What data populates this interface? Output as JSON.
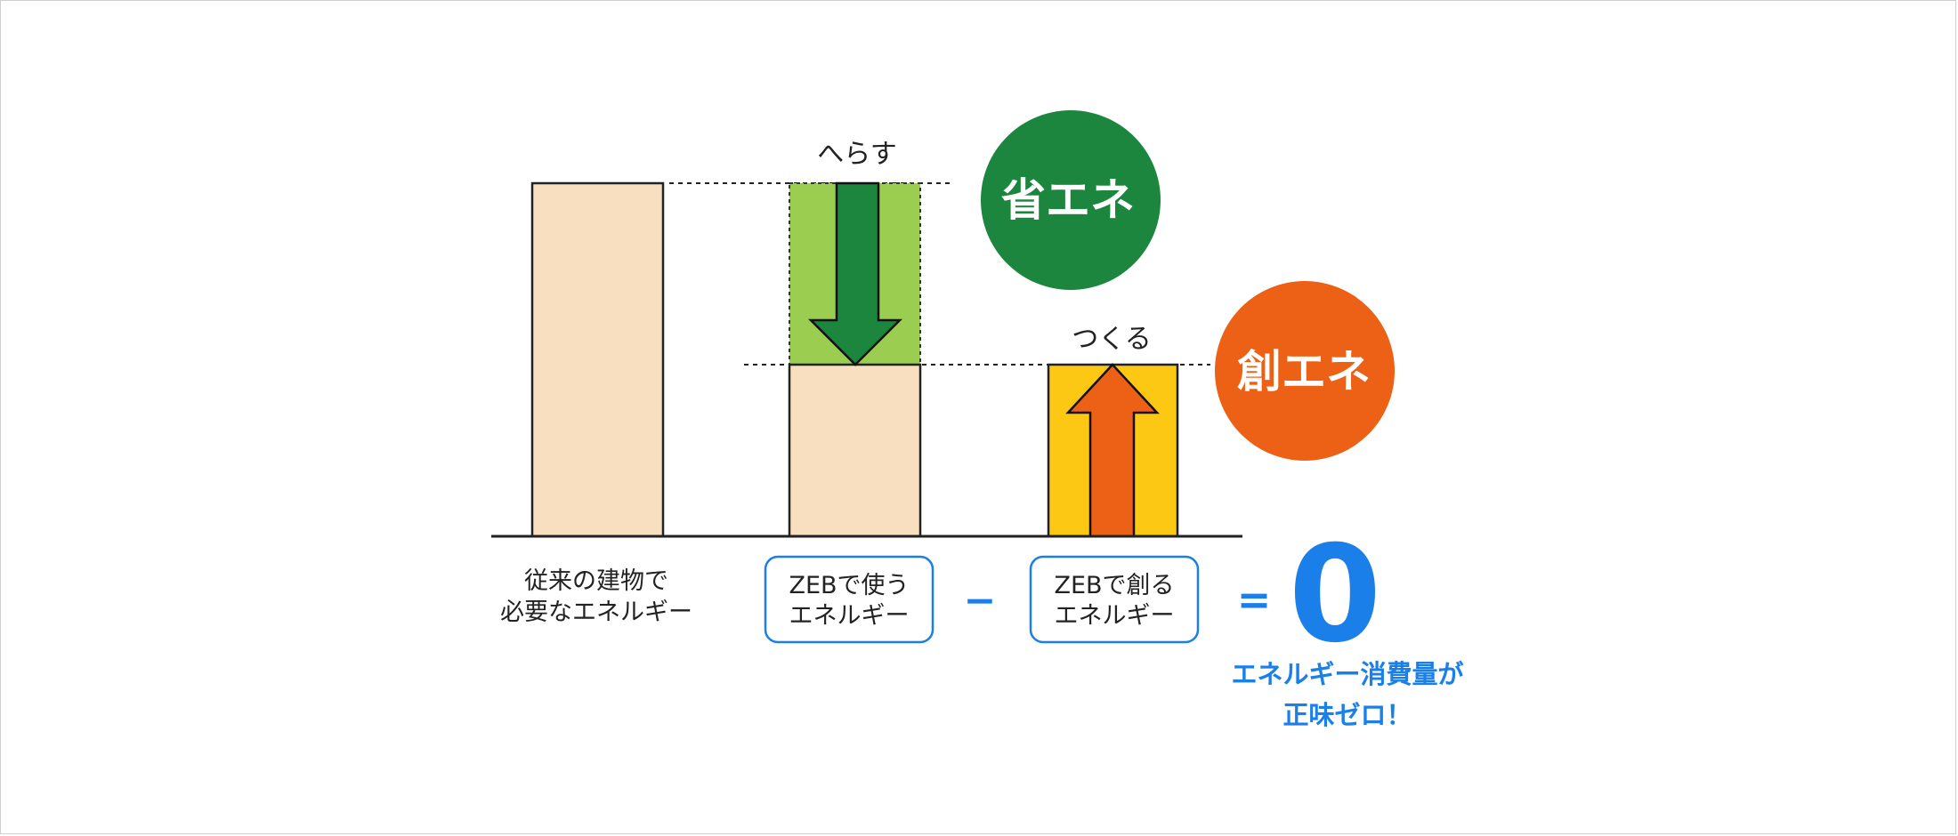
{
  "colors": {
    "bar_beige": "#F7DFBF",
    "save_green": "#9ACD50",
    "save_arrow": "#1C853E",
    "create_yellow": "#FDC814",
    "create_arrow": "#EC6116",
    "accent_blue": "#1A7FE8",
    "text": "#222222"
  },
  "labels": {
    "reduce": "へらす",
    "create": "つくる",
    "energy_saving": "省エネ",
    "energy_creation": "創エネ",
    "conventional_line1": "従来の建物で",
    "conventional_line2": "必要なエネルギー",
    "zeb_use_line1": "ZEBで使う",
    "zeb_use_line2": "エネルギー",
    "zeb_create_line1": "ZEBで創る",
    "zeb_create_line2": "エネルギー",
    "minus": "−",
    "equals": "=",
    "zero": "0",
    "result_line1": "エネルギー消費量が",
    "result_line2": "正味ゼロ！"
  }
}
